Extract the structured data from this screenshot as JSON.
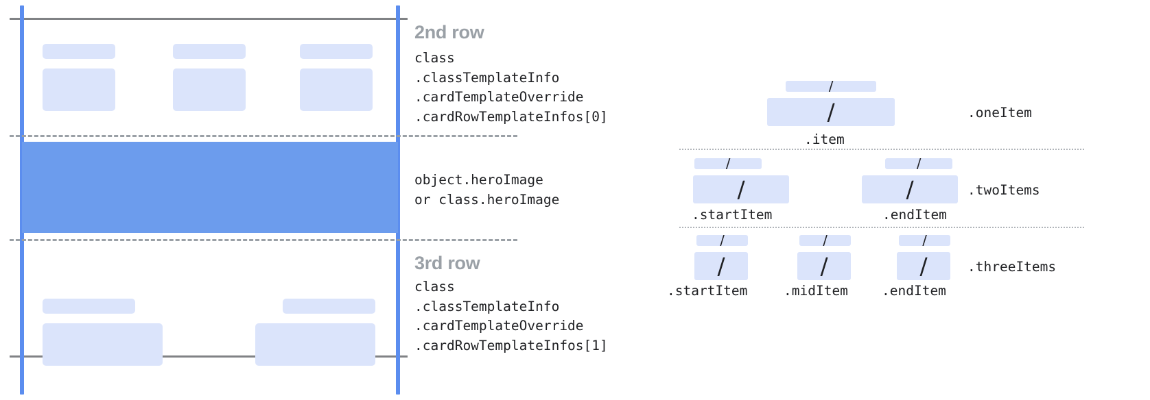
{
  "diagram": {
    "title_accent": "#9aa0a6",
    "accent_blue": "#5b8def",
    "hero_blue": "#6c9ced",
    "block_blue": "#dbe4fb",
    "rule_gray": "#808285"
  },
  "card_layout": {
    "second_row": {
      "title": "2nd row",
      "code_lines": [
        "class",
        ".classTemplateInfo",
        ".cardTemplateOverride",
        ".cardRowTemplateInfos[0]"
      ],
      "columns": 3
    },
    "hero": {
      "code_lines": [
        "object.heroImage",
        "or class.heroImage"
      ]
    },
    "third_row": {
      "title": "3rd row",
      "code_lines": [
        "class",
        ".classTemplateInfo",
        ".cardTemplateOverride",
        ".cardRowTemplateInfos[1]"
      ],
      "columns": 2
    }
  },
  "item_layouts": [
    {
      "name": ".oneItem",
      "slash_glyph": "/",
      "items": [
        {
          "caption": ".item"
        }
      ]
    },
    {
      "name": ".twoItems",
      "slash_glyph": "/",
      "items": [
        {
          "caption": ".startItem"
        },
        {
          "caption": ".endItem"
        }
      ]
    },
    {
      "name": ".threeItems",
      "slash_glyph": "/",
      "items": [
        {
          "caption": ".startItem"
        },
        {
          "caption": ".midItem"
        },
        {
          "caption": ".endItem"
        }
      ]
    }
  ]
}
